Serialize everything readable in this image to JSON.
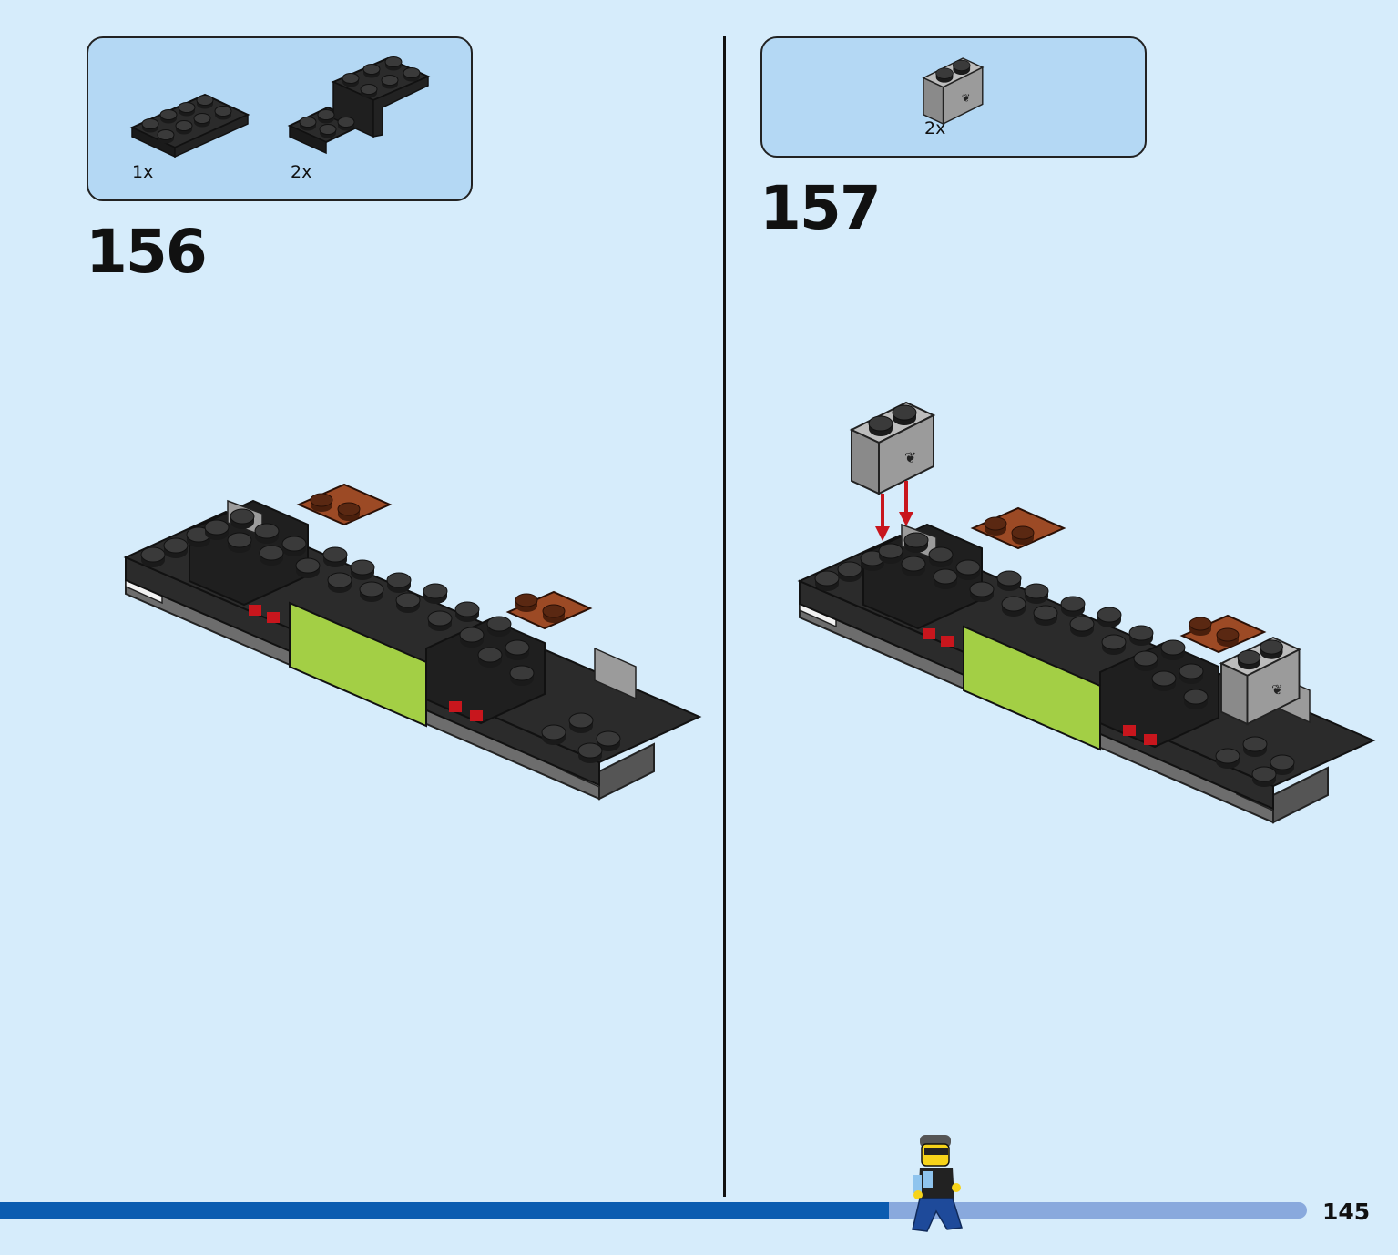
{
  "steps": [
    {
      "number": "156",
      "parts": [
        {
          "name": "plate-2x4-black",
          "quantity": "1x"
        },
        {
          "name": "bracket-black",
          "quantity": "2x"
        }
      ]
    },
    {
      "number": "157",
      "parts": [
        {
          "name": "brick-1x2-gray-with-clip",
          "quantity": "2x"
        }
      ]
    }
  ],
  "page_number": "145",
  "progress": {
    "fraction": 0.68
  },
  "colors": {
    "background": "#d6ecfb",
    "parts_box": "#b4d8f4",
    "brick_black": "#2b2b2b",
    "brick_gray": "#9b9b9b",
    "brick_brown": "#9c4a25",
    "brick_lime": "#a3cf45",
    "arrow_red": "#c8161d",
    "progress_fill": "#0b5cb0",
    "progress_track": "#89a9dd"
  }
}
